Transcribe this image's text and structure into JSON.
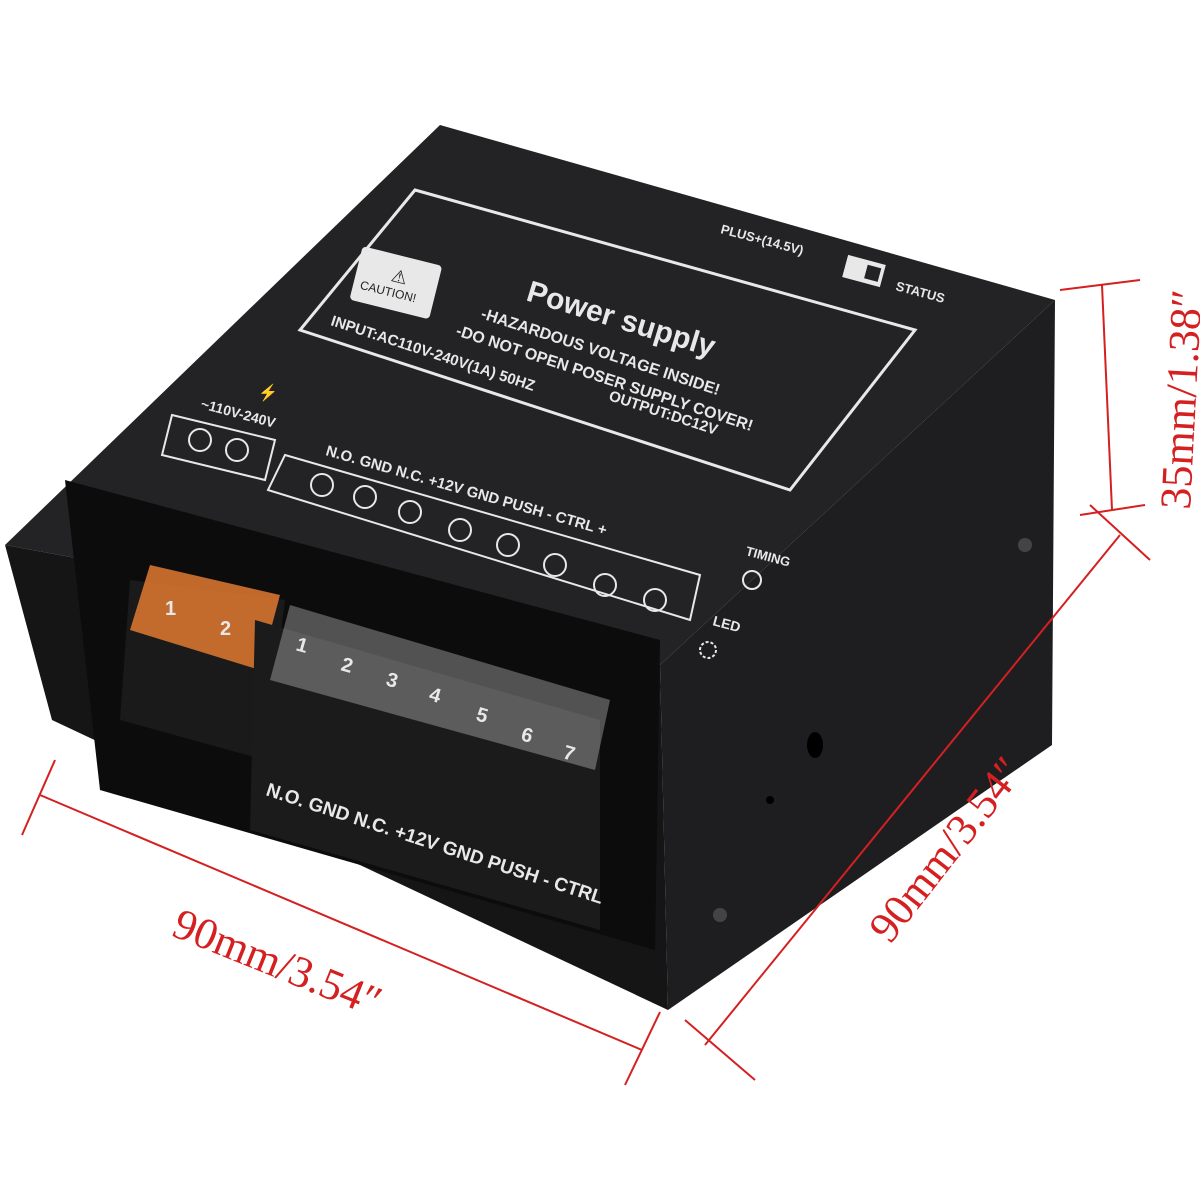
{
  "product": {
    "title": "Power supply",
    "caution_badge": "CAUTION!",
    "warning_1": "-HAZARDOUS VOLTAGE INSIDE!",
    "warning_2": "-DO NOT OPEN POSER SUPPLY COVER!",
    "input_spec": "INPUT:AC110V-240V(1A) 50HZ",
    "output_spec": "OUTPUT:DC12V",
    "plus_label": "PLUS+(14.5V)",
    "status_label": "STATUS",
    "ac_label": "~110V-240V",
    "terminal_labels": "N.O.  GND  N.C.  +12V  GND  PUSH  -  CTRL +",
    "front_terminal_labels": "N.O.  GND  N.C.  +12V  GND  PUSH  - CTRL",
    "timing_label": "TIMING",
    "led_label": "LED",
    "terminal_numbers": [
      "1",
      "2",
      "3",
      "4",
      "5",
      "6",
      "7"
    ],
    "ac_numbers": [
      "1",
      "2"
    ]
  },
  "dimensions": {
    "width": "90mm/3.54″",
    "depth": "90mm/3.54″",
    "height": "35mm/1.38″"
  },
  "colors": {
    "dimension_line": "#d42020",
    "case": "#1c1c1e",
    "fuse_block": "#e07a30"
  }
}
